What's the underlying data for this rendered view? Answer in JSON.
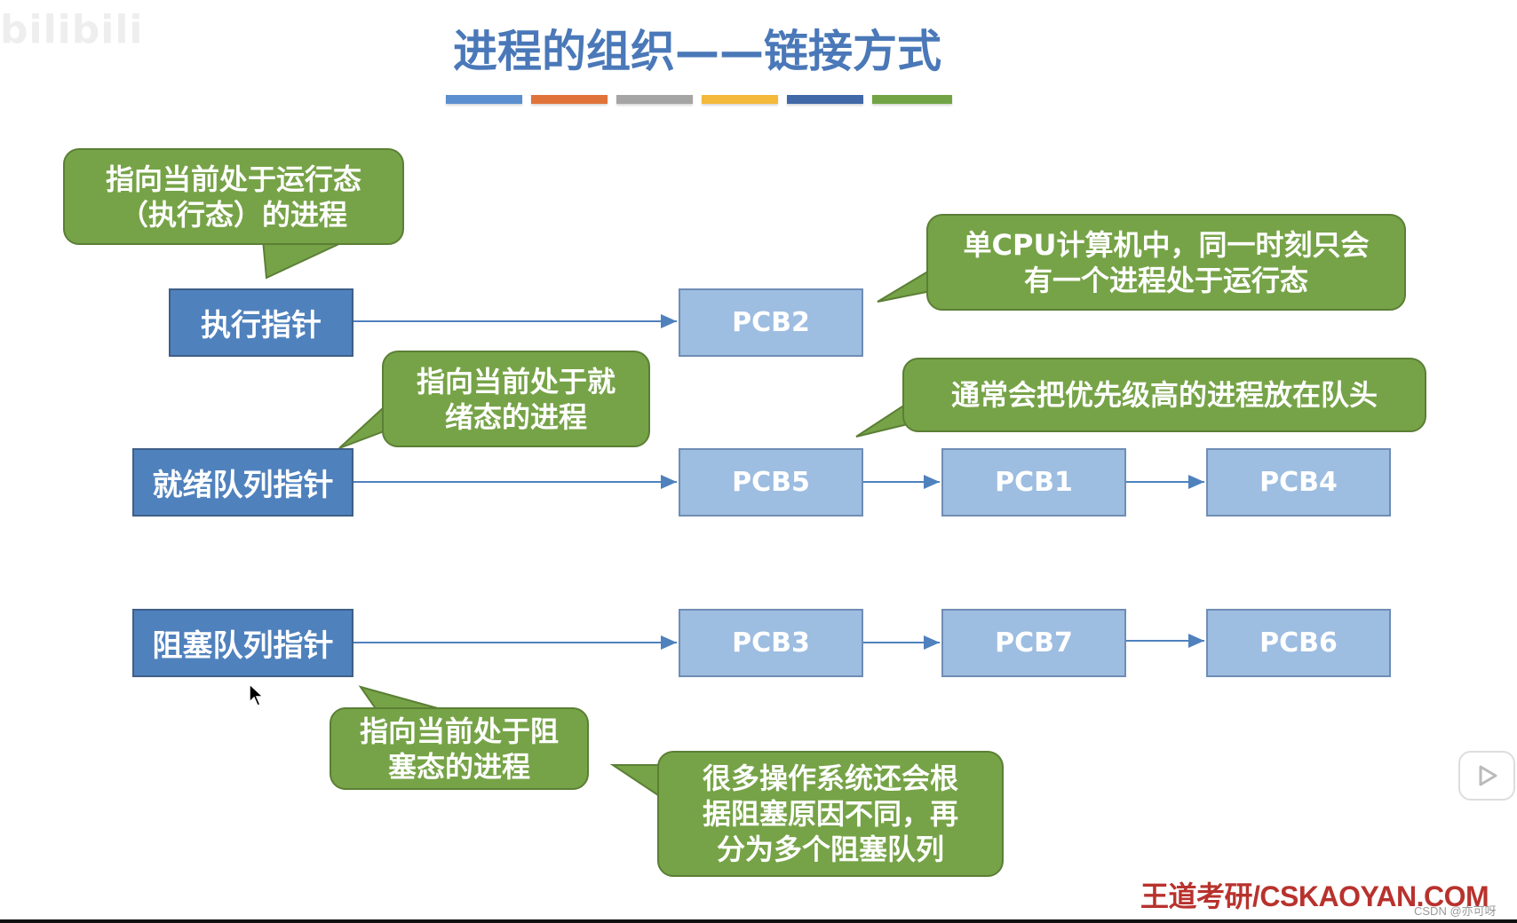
{
  "slide": {
    "watermark": "bilibili",
    "title": "进程的组织——链接方式",
    "stripe_colors": [
      "#5b8fcf",
      "#e0733a",
      "#a5a5a5",
      "#f4b93a",
      "#4169a8",
      "#72a446"
    ]
  },
  "pointers": {
    "exec": "执行指针",
    "ready": "就绪队列指针",
    "blocked": "阻塞队列指针"
  },
  "pcbs": {
    "exec_queue": [
      "PCB2"
    ],
    "ready_queue": [
      "PCB5",
      "PCB1",
      "PCB4"
    ],
    "blocked_queue": [
      "PCB3",
      "PCB7",
      "PCB6"
    ]
  },
  "callouts": {
    "exec_ptr_line1": "指向当前处于运行态",
    "exec_ptr_line2": "（执行态）的进程",
    "single_cpu_line1": "单CPU计算机中，同一时刻只会",
    "single_cpu_line2": "有一个进程处于运行态",
    "ready_ptr_line1": "指向当前处于就",
    "ready_ptr_line2": "绪态的进程",
    "priority": "通常会把优先级高的进程放在队头",
    "blocked_ptr_line1": "指向当前处于阻",
    "blocked_ptr_line2": "塞态的进程",
    "multi_block_line1": "很多操作系统还会根",
    "multi_block_line2": "据阻塞原因不同，再",
    "multi_block_line3": "分为多个阻塞队列"
  },
  "footer": {
    "brand": "王道考研/CSKAOYAN.COM",
    "credit": "CSDN @亦可呀"
  },
  "colors": {
    "pointer_box": "#4f81bd",
    "pcb_box": "#9dbde1",
    "callout": "#76a347",
    "title": "#4a78b8",
    "footer": "#b8322d"
  }
}
